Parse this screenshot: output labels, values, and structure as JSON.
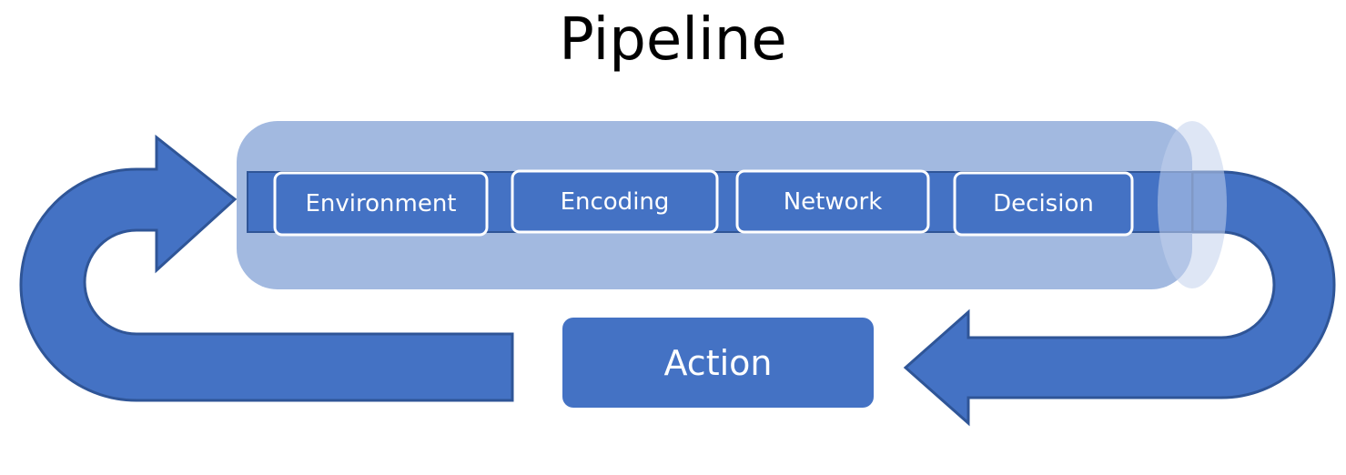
{
  "title": "Pipeline",
  "stages": [
    {
      "label": "Environment"
    },
    {
      "label": "Encoding"
    },
    {
      "label": "Network"
    },
    {
      "label": "Decision"
    }
  ],
  "action": {
    "label": "Action"
  },
  "colors": {
    "arrow_fill": "#4472c4",
    "arrow_stroke": "#2f5597",
    "pipe_body": "#a2b9e0",
    "pipe_end": "#c2d1ec",
    "stage_fill": "#4472c4",
    "stage_border": "#ffffff",
    "text_light": "#ffffff"
  }
}
